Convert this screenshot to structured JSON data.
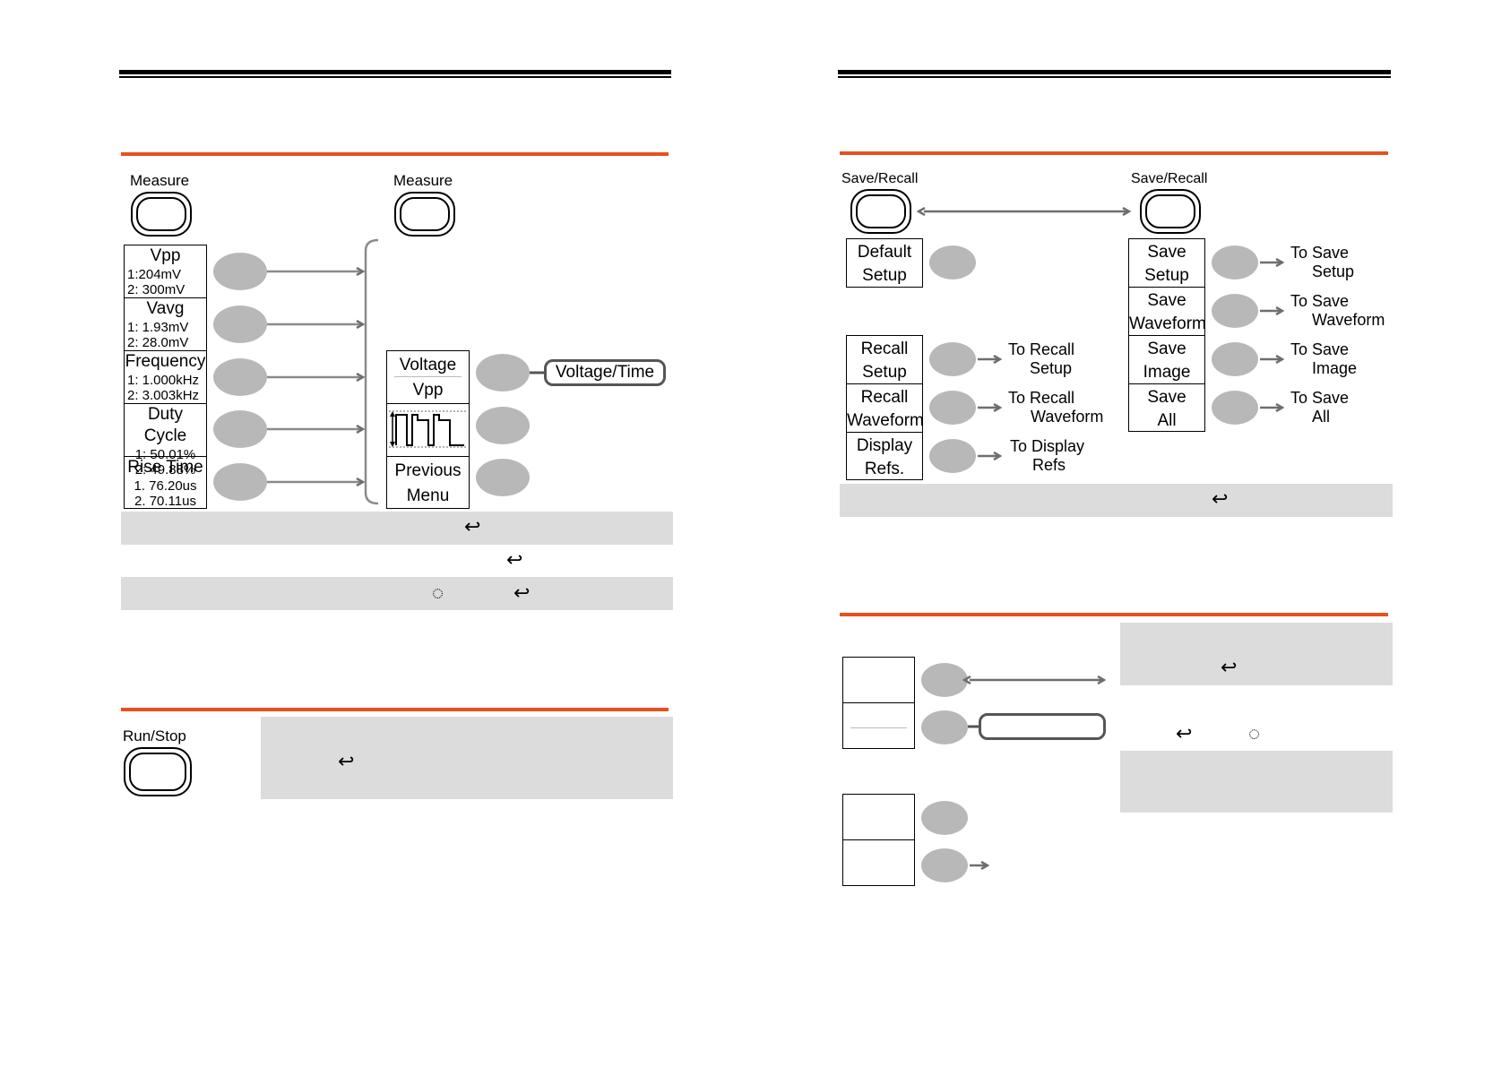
{
  "left_page": {
    "measure_section": {
      "key_label_left": "Measure",
      "key_label_right": "Measure",
      "measurements": [
        {
          "name": "Vpp",
          "ch1": "1:204mV",
          "ch2": "2: 300mV"
        },
        {
          "name": "Vavg",
          "ch1": "1: 1.93mV",
          "ch2": "2: 28.0mV"
        },
        {
          "name": "Frequency",
          "ch1": "1: 1.000kHz",
          "ch2": "2: 3.003kHz"
        },
        {
          "name": "Duty Cycle",
          "ch1": "1: 50.01%",
          "ch2": "2: 49.88%"
        },
        {
          "name": "Rise Time",
          "ch1": "1. 76.20us",
          "ch2": "2. 70.11us"
        }
      ],
      "submenu": {
        "type_label": "Voltage",
        "type_value": "Vpp",
        "previous_line1": "Previous",
        "previous_line2": "Menu"
      },
      "voltage_time_option": "Voltage/Time",
      "enter_icon": "enter-icon",
      "variable_knob_icon": "variable-knob-icon"
    },
    "runstop_section": {
      "key_label": "Run/Stop"
    }
  },
  "right_page": {
    "save_recall_section": {
      "key_label_left": "Save/Recall",
      "key_label_right": "Save/Recall",
      "left_menu": [
        {
          "line1": "Default",
          "line2": "Setup"
        },
        {
          "line1": "Recall",
          "line2": "Setup"
        },
        {
          "line1": "Recall",
          "line2": "Waveform"
        },
        {
          "line1": "Display",
          "line2": "Refs."
        }
      ],
      "left_targets": [
        {
          "line1": "To Recall",
          "line2": "Setup"
        },
        {
          "line1": "To Recall",
          "line2": "Waveform"
        },
        {
          "line1": "To Display",
          "line2": "Refs"
        }
      ],
      "right_menu": [
        {
          "line1": "Save",
          "line2": "Setup"
        },
        {
          "line1": "Save",
          "line2": "Waveform"
        },
        {
          "line1": "Save",
          "line2": "Image"
        },
        {
          "line1": "Save",
          "line2": "All"
        }
      ],
      "right_targets": [
        {
          "line1": "To Save",
          "line2": "Setup"
        },
        {
          "line1": "To Save",
          "line2": "Waveform"
        },
        {
          "line1": "To Save",
          "line2": "Image"
        },
        {
          "line1": "To Save",
          "line2": "All"
        }
      ]
    }
  },
  "colors": {
    "accent": "#e8501e",
    "table_gray": "#dcdcdc",
    "softkey_gray": "#b8b8b8",
    "arrow_gray": "#6e6e6e"
  }
}
